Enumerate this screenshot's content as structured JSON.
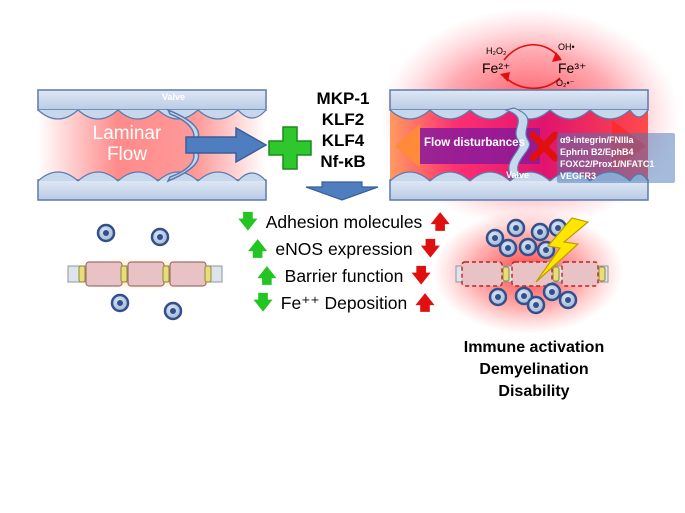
{
  "diagram": {
    "left_vessel": {
      "flow_label_line1": "Laminar",
      "flow_label_line2": "Flow",
      "valve_label": "Valve"
    },
    "right_vessel": {
      "flow_label": "Flow disturbances",
      "valve_label": "Valve"
    },
    "factors": [
      "MKP-1",
      "KLF2",
      "KLF4",
      "Nf-κB"
    ],
    "genes": [
      "α9-integrin/FNIIIa",
      "Ephrin B2/EphB4",
      "FOXC2/Prox1/NFATC1",
      "VEGFR3"
    ],
    "redox": {
      "h2o2": "H₂O₂",
      "oh": "OH•",
      "fe2": "Fe²⁺",
      "fe3": "Fe³⁺",
      "o2": "O₂•⁻"
    },
    "effects": [
      {
        "text": "Adhesion molecules",
        "left": "down",
        "right": "up"
      },
      {
        "text": "eNOS expression",
        "left": "up",
        "right": "down"
      },
      {
        "text": "Barrier function",
        "left": "up",
        "right": "down"
      },
      {
        "text": "Fe⁺⁺ Deposition",
        "left": "down",
        "right": "up"
      }
    ],
    "outcomes": [
      "Immune activation",
      "Demyelination",
      "Disability"
    ],
    "colors": {
      "vessel_blue": "#c8d8ec",
      "vessel_outline": "#5a7ab0",
      "plus_green": "#2ec82e",
      "cross_red": "#e01010",
      "flow_arrow_blue": "#4f7ec0",
      "inflammation_red": "#ff2030",
      "bolt_yellow": "#ffe600"
    }
  }
}
